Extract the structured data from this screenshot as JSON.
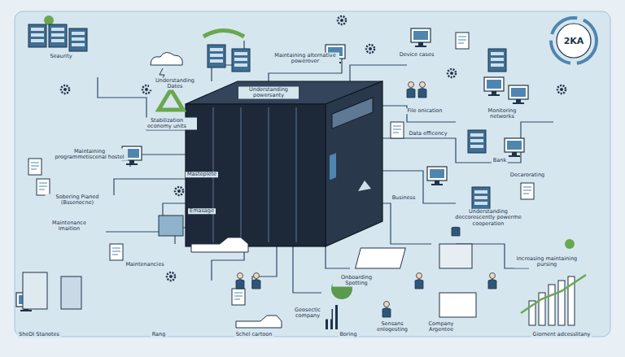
{
  "diagram": {
    "nodes": [
      {
        "text": [
          "2KA"
        ]
      }
    ],
    "labels": [
      "Seaurity",
      "Understanding Dates",
      "Stabilization economy units",
      "Maintaining alternative powerover",
      "Understanding powersanty",
      "Device cases",
      "File onication",
      "Data efficency",
      "Monitoring networks",
      "Bank",
      "Decarorating",
      "Business",
      "Understanding deccorescently powerme cooperation",
      "Maintaining programmetiscenal hostel",
      "Sobering Pianed (Bssenocne)",
      "Maintenance lmaition",
      "Masteplete",
      "Emasage",
      "Maintenancies",
      "Geosectic company",
      "Onboarding Spotting",
      "Sensans enlogesting",
      "Company Argentee",
      "Increasing maintaining pursing",
      "SheDI Stanotes",
      "Rang",
      "Schel cartoon",
      "Boring",
      "Giornent adcesslitany"
    ]
  }
}
